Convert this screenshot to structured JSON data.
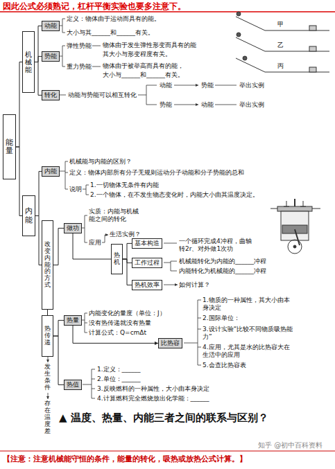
{
  "diagram": {
    "title": "因此公式必须熟记，杠杆平衡实验也要多注意下。",
    "caption": "【注意：注意机械能守恒的条件，能量的转化，吸热或放热公式计算。】",
    "nodes": [
      {
        "text": [
          "能量"
        ]
      },
      {
        "text": [
          "机械能"
        ]
      },
      {
        "text": [
          "动能"
        ]
      },
      {
        "text": [
          "势能"
        ]
      },
      {
        "text": [
          "转化"
        ]
      },
      {
        "text": [
          "内能"
        ]
      },
      {
        "text": [
          "内能"
        ]
      },
      {
        "text": [
          "改变内能的方式"
        ]
      },
      {
        "text": [
          "做功"
        ]
      },
      {
        "text": [
          "热机"
        ]
      },
      {
        "text": [
          "基本构造"
        ]
      },
      {
        "text": [
          "工作过程"
        ]
      },
      {
        "text": [
          "热机效率"
        ]
      },
      {
        "text": [
          "热传递"
        ]
      },
      {
        "text": [
          "热量"
        ]
      },
      {
        "text": [
          "比热容"
        ]
      },
      {
        "text": [
          "热值"
        ]
      }
    ],
    "edges": [
      {
        "from": 0,
        "to": 1,
        "arrow": "none"
      },
      {
        "from": 0,
        "to": 5,
        "arrow": "none"
      },
      {
        "from": 1,
        "to": 2,
        "arrow": "none"
      },
      {
        "from": 1,
        "to": 3,
        "arrow": "none"
      },
      {
        "from": 1,
        "to": 4,
        "arrow": "none"
      },
      {
        "from": 5,
        "to": 6,
        "arrow": "none"
      },
      {
        "from": 5,
        "to": 7,
        "arrow": "none"
      },
      {
        "from": 7,
        "to": 8,
        "arrow": "none"
      },
      {
        "from": 7,
        "to": 13,
        "arrow": "none"
      },
      {
        "from": 8,
        "to": 9,
        "arrow": "none"
      },
      {
        "from": 9,
        "to": 10,
        "arrow": "none"
      },
      {
        "from": 9,
        "to": 11,
        "arrow": "none"
      },
      {
        "from": 9,
        "to": 12,
        "arrow": "none"
      },
      {
        "from": 13,
        "to": 14,
        "arrow": "none"
      },
      {
        "from": 13,
        "to": 16,
        "arrow": "none"
      },
      {
        "from": 14,
        "to": 15,
        "arrow": "to"
      }
    ],
    "labels": [
      "定义：物体由于运动而具有的能。",
      "大小与其______和______有关。",
      "甲",
      "乙",
      "丙",
      "弹性势能",
      "物体由于发生弹性形变而具有的能",
      "其大小与形变程度有关。",
      "重力势能",
      "物体由于被举高而具有的能，",
      "大小与______和______有关。",
      "动能与势能可以相互转化",
      "动能",
      "势能",
      "举出实例",
      "势能",
      "动能",
      "举出实例",
      "机械能与内能的区别？",
      "定义：物体内部所有分子无规则运动分子动能和分子势能的总和",
      "说明",
      "1.一切物体无条件有内能",
      "2.一个物体，在不发生物态变化时，内能大小由其温度决定。",
      "实质：内能与机械能之间的转化",
      "应用",
      "生活实例？",
      "一个循环完成4冲程，曲轴转2r、对外做1次功",
      "机械能转化为内能的______冲程",
      "内能转化为机械能的______冲程",
      "如何计算？",
      "内能变化的量度（单位：J）",
      "没有热传递就没有热量",
      "计算公式：Q=cmΔt",
      "1.物质的一种属性，其大小由本身决定",
      "2.国际单位：",
      "3.设计实验“比较不同物质吸热能力”",
      "4.应用，尤其是水的比热容大在生活中的应用",
      "5.会查比热容表",
      "发生条件",
      "存在温度差",
      "1.定义：______",
      "2.单位：______",
      "3.反映燃料的一种属性，大小由本身决定",
      "4.计算燃料完全燃烧放出化学能：______",
      "▲ 温度、热量、内能三者之间的联系与区别？",
      "知乎 @初中百科资料"
    ]
  }
}
